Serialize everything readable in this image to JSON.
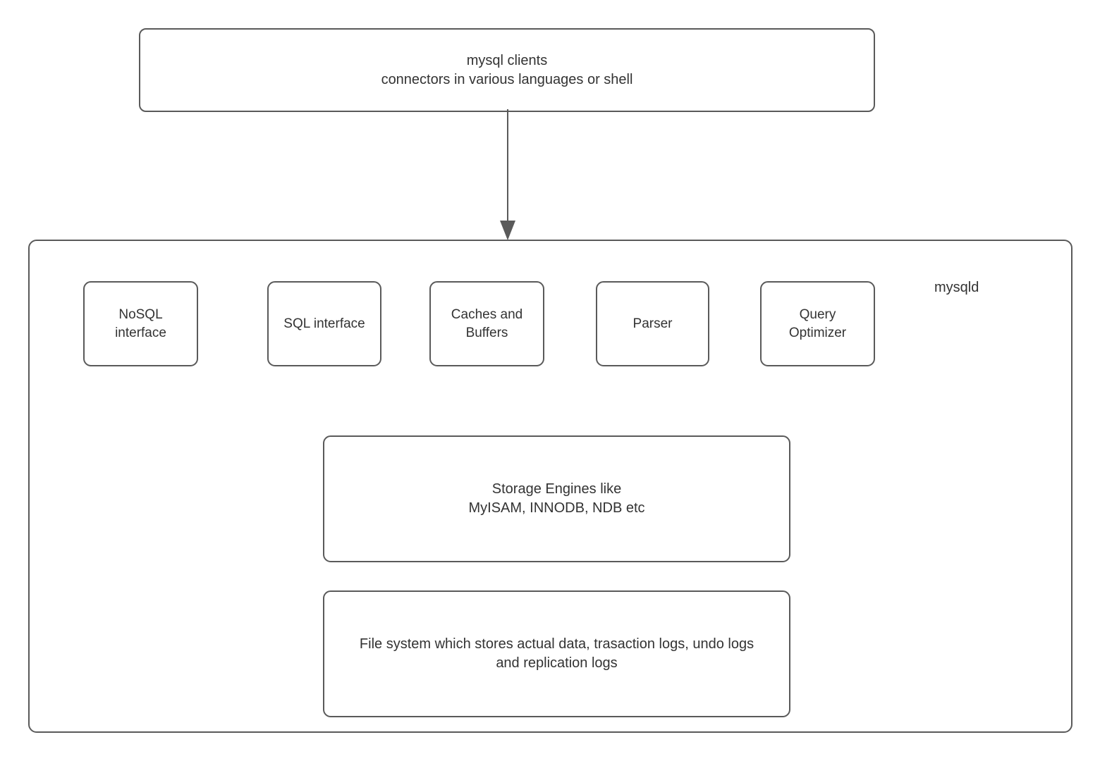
{
  "diagram": {
    "title": "MySQL server architecture diagram",
    "stroke_color": "#5a5a5a",
    "text_color": "#333333",
    "background_color": "#ffffff"
  },
  "clients_box": {
    "line1": "mysql clients",
    "line2": "connectors in various languages or shell"
  },
  "connector": {
    "icon": "down-arrow-icon",
    "direction": "down"
  },
  "mysqld": {
    "label": "mysqld",
    "components": [
      {
        "name": "nosql-interface",
        "line1": "NoSQL",
        "line2": "interface"
      },
      {
        "name": "sql-interface",
        "line1": "SQL interface",
        "line2": ""
      },
      {
        "name": "caches-buffers",
        "line1": "Caches and",
        "line2": "Buffers"
      },
      {
        "name": "parser",
        "line1": "Parser",
        "line2": ""
      },
      {
        "name": "query-optimizer",
        "line1": "Query",
        "line2": "Optimizer"
      }
    ],
    "storage_engines": {
      "line1": "Storage Engines like",
      "line2": "MyISAM, INNODB, NDB etc"
    },
    "file_system": {
      "line1": "File system which stores actual data, trasaction logs, undo logs",
      "line2": "and replication logs"
    }
  }
}
